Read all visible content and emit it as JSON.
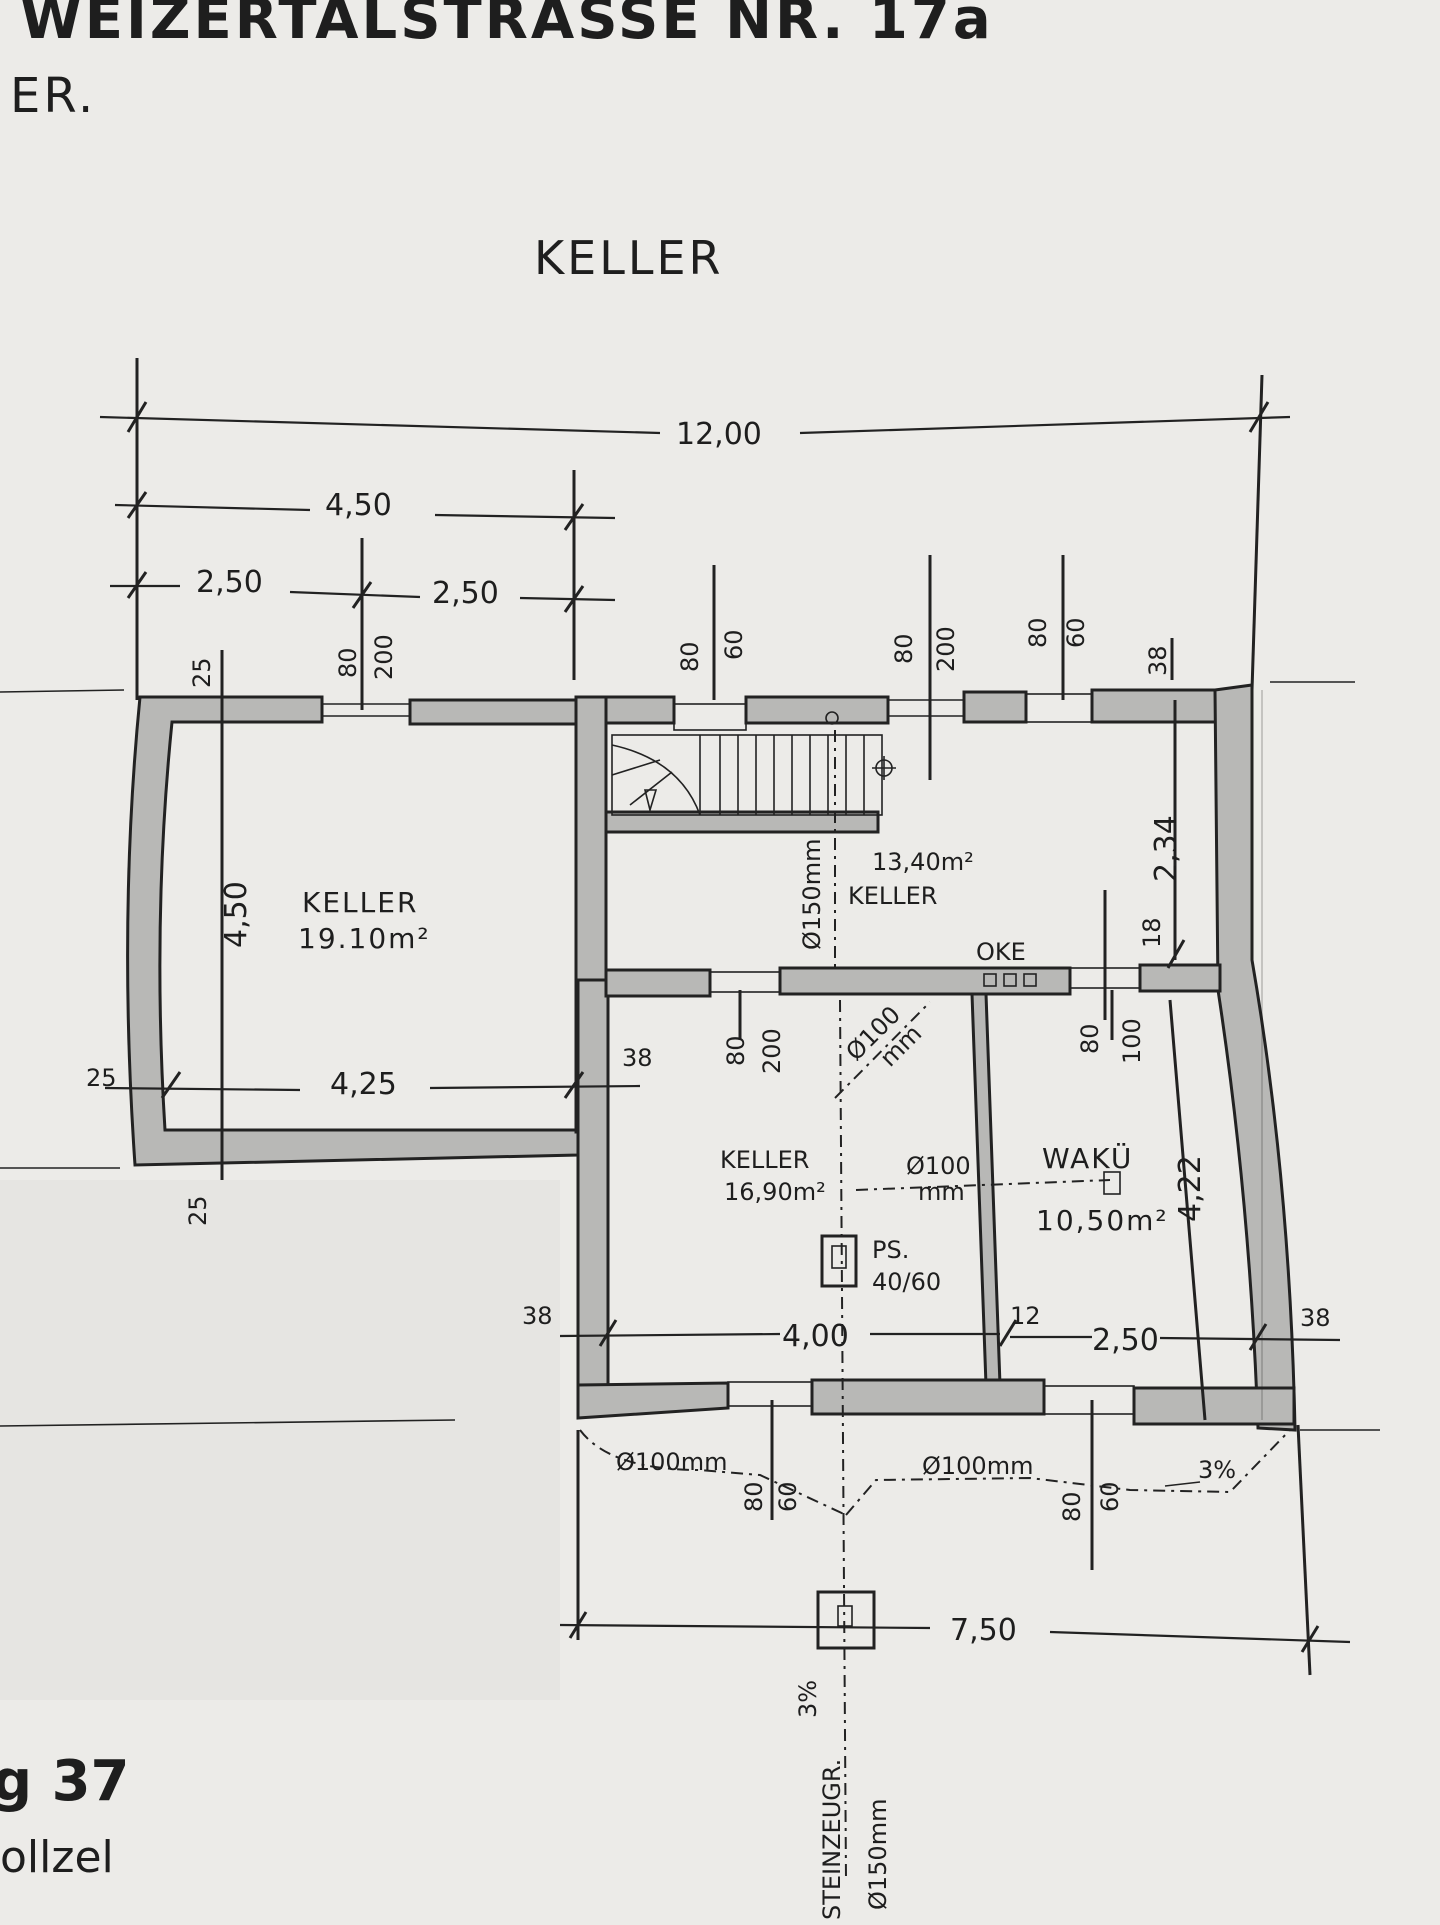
{
  "header": {
    "street_line": "WEIZERTALSTRASSE  NR. 17a",
    "second_line": "ER."
  },
  "plan_title": "KELLER",
  "dimensions": {
    "overall_width": "12,00",
    "left_block": "4,50",
    "left_sub_a": "2,50",
    "left_sub_b": "2,50",
    "left_depth": "4,50",
    "left_inner_width": "4,25",
    "wall_25_top": "25",
    "wall_25_left": "25",
    "wall_25_bottom": "25",
    "wall_38_mid": "38",
    "wall_38_left": "38",
    "wall_12": "12",
    "wall_38_right": "38",
    "wall_38_top_right": "38",
    "wall_18": "18",
    "room_c_width": "4,00",
    "room_d_width": "2,50",
    "right_depth_top": "2,34",
    "right_depth_bottom": "4,22",
    "bottom_width": "7,50"
  },
  "openings": {
    "w1_sill": "80",
    "w1_height": "200",
    "w2_sill": "80",
    "w2_height": "60",
    "w3_sill": "80",
    "w3_height": "200",
    "w4_sill": "80",
    "w4_height": "60",
    "w5_sill": "80",
    "w5_height": "200",
    "w6_sill": "80",
    "w6_height": "100",
    "w7_sill": "80",
    "w7_height": "60",
    "w8_sill": "80",
    "w8_height": "60"
  },
  "rooms": {
    "keller_left": {
      "name": "KELLER",
      "area": "19.10m²"
    },
    "keller_top": {
      "name": "KELLER",
      "area": "13,40m²"
    },
    "keller_bottom": {
      "name": "KELLER",
      "area": "16,90m²"
    },
    "waku": {
      "name": "WAKÜ",
      "area": "10,50m²"
    }
  },
  "annotations": {
    "oke": "OKE",
    "pipe_150_vertical": "Ø150mm",
    "pipe_100_diag": "Ø100",
    "pipe_100_diag_unit": "mm",
    "pipe_100_h": "Ø100",
    "pipe_100_h_unit": "mm",
    "ps_label": "PS.",
    "ps_size": "40/60",
    "pipe_bottom_left": "Ø100mm",
    "pipe_bottom_right": "Ø100mm",
    "slope_right": "3%",
    "slope_bottom": "3%",
    "main_pipe_material": "STEINZEUGR.",
    "main_pipe_size": "Ø150mm"
  },
  "corner_fragments": {
    "line1": "g 37",
    "line2": "ollzel"
  }
}
